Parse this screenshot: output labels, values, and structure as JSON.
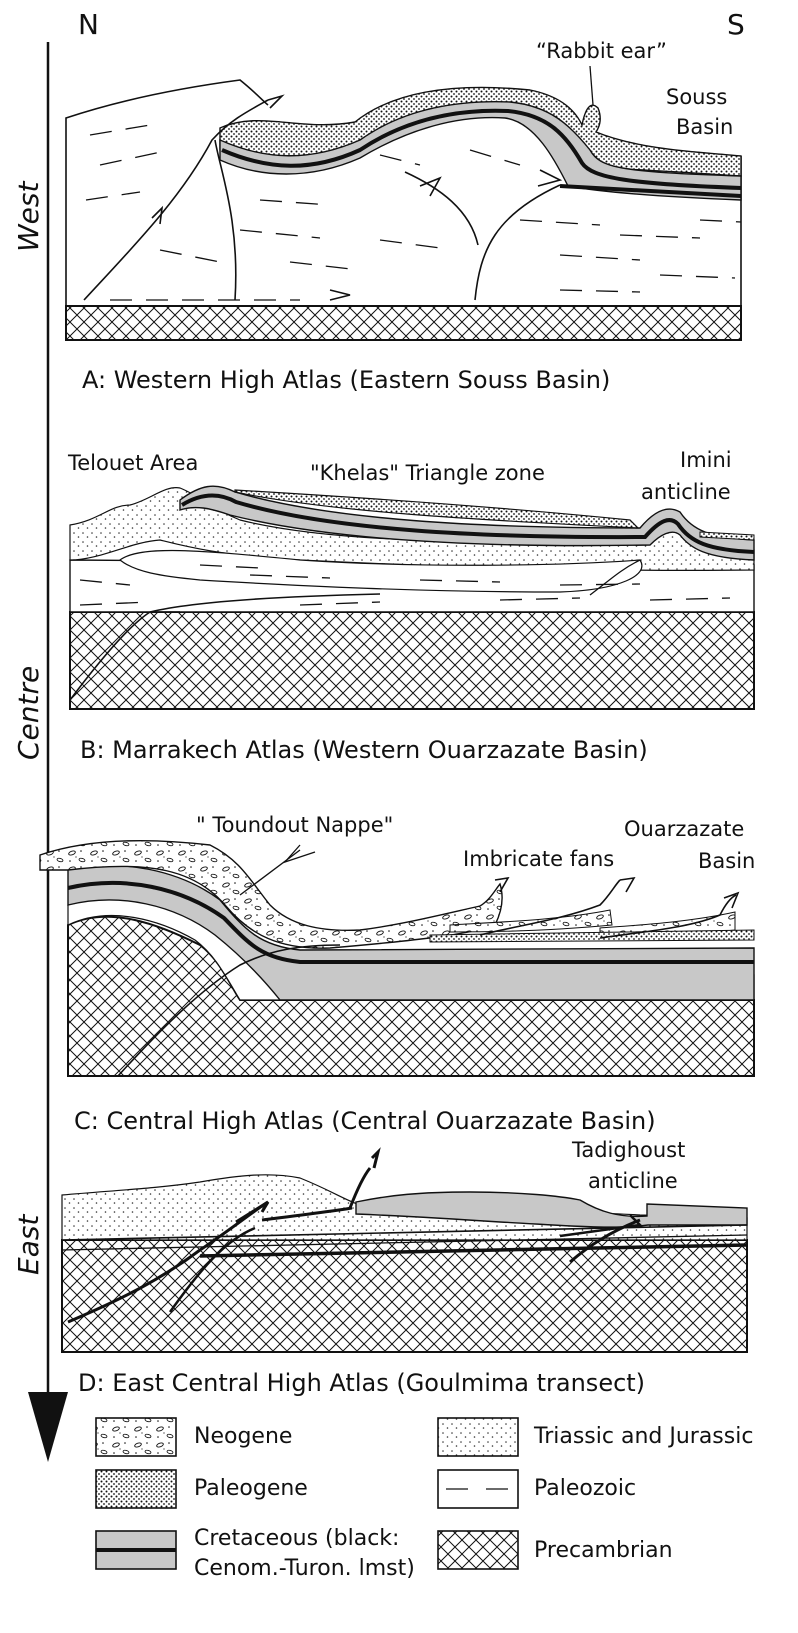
{
  "compass": {
    "north": "N",
    "south": "S"
  },
  "axis_labels": {
    "west": "West",
    "centre": "Centre",
    "east": "East"
  },
  "sections": [
    {
      "caption": "A: Western High Atlas (Eastern Souss Basin)",
      "labels": [
        "“Rabbit ear”",
        "Souss",
        "Basin"
      ]
    },
    {
      "caption": "B: Marrakech Atlas (Western Ouarzazate Basin)",
      "labels": [
        "Telouet Area",
        "\"Khelas\" Triangle zone",
        "Imini",
        "anticline"
      ]
    },
    {
      "caption": "C: Central High Atlas (Central Ouarzazate Basin)",
      "labels": [
        "\" Toundout Nappe\"",
        "Imbricate fans",
        "Ouarzazate",
        "Basin"
      ]
    },
    {
      "caption": "D: East Central High Atlas (Goulmima transect)",
      "labels": [
        "Tadighoust",
        "anticline"
      ]
    }
  ],
  "legend": [
    {
      "label": "Neogene",
      "pattern": "neogene"
    },
    {
      "label": "Triassic and Jurassic",
      "pattern": "triassic"
    },
    {
      "label": "Paleogene",
      "pattern": "paleogene"
    },
    {
      "label": "Paleozoic",
      "pattern": "paleozoic"
    },
    {
      "label_line1": "Cretaceous (black:",
      "label_line2": "Cenom.-Turon. lmst)",
      "pattern": "cretaceous"
    },
    {
      "label": "Precambrian",
      "pattern": "precambrian"
    }
  ],
  "colors": {
    "cretaceous_fill": "#c8c8c8",
    "line": "#111111",
    "background": "#ffffff"
  }
}
